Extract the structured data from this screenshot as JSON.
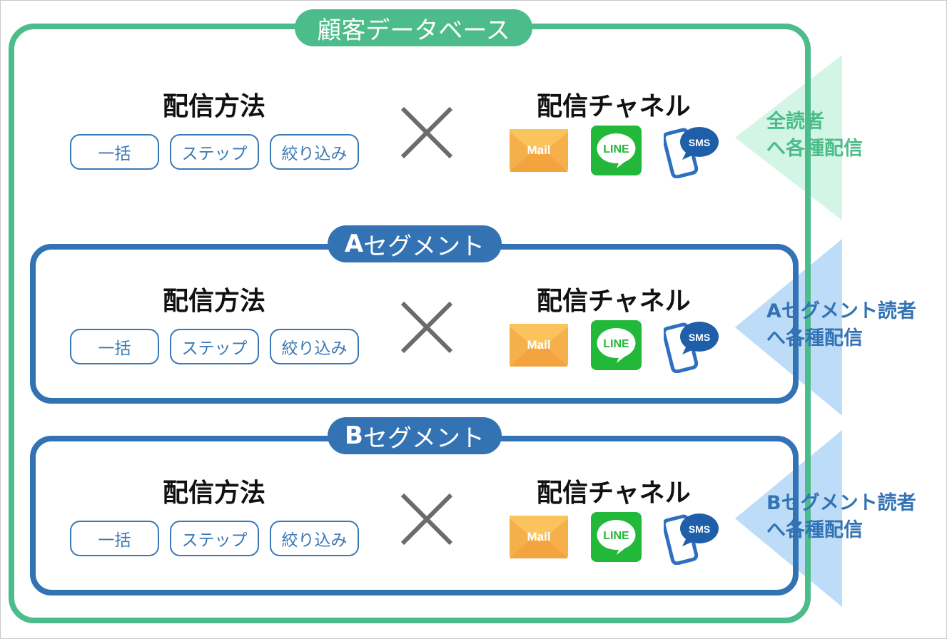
{
  "database_label": "顧客データベース",
  "segment_a_label": {
    "letter": "A",
    "text": "セグメント"
  },
  "segment_b_label": {
    "letter": "B",
    "text": "セグメント"
  },
  "method_title": "配信方法",
  "channel_title": "配信チャネル",
  "methods": [
    "一括",
    "ステップ",
    "絞り込み"
  ],
  "channels": {
    "mail": "Mail",
    "line": "LINE",
    "sms": "SMS"
  },
  "readers": {
    "all": [
      "全読者",
      "へ各種配信"
    ],
    "a": [
      "Aセグメント読者",
      "へ各種配信"
    ],
    "b": [
      "Bセグメント読者",
      "へ各種配信"
    ]
  },
  "colors": {
    "green": "#4cbc8a",
    "blue": "#3373b4",
    "green_light": "#d3f5e5",
    "blue_light": "#bddcf8",
    "mail_orange": "#f6b04b",
    "line_green": "#22b83a"
  }
}
